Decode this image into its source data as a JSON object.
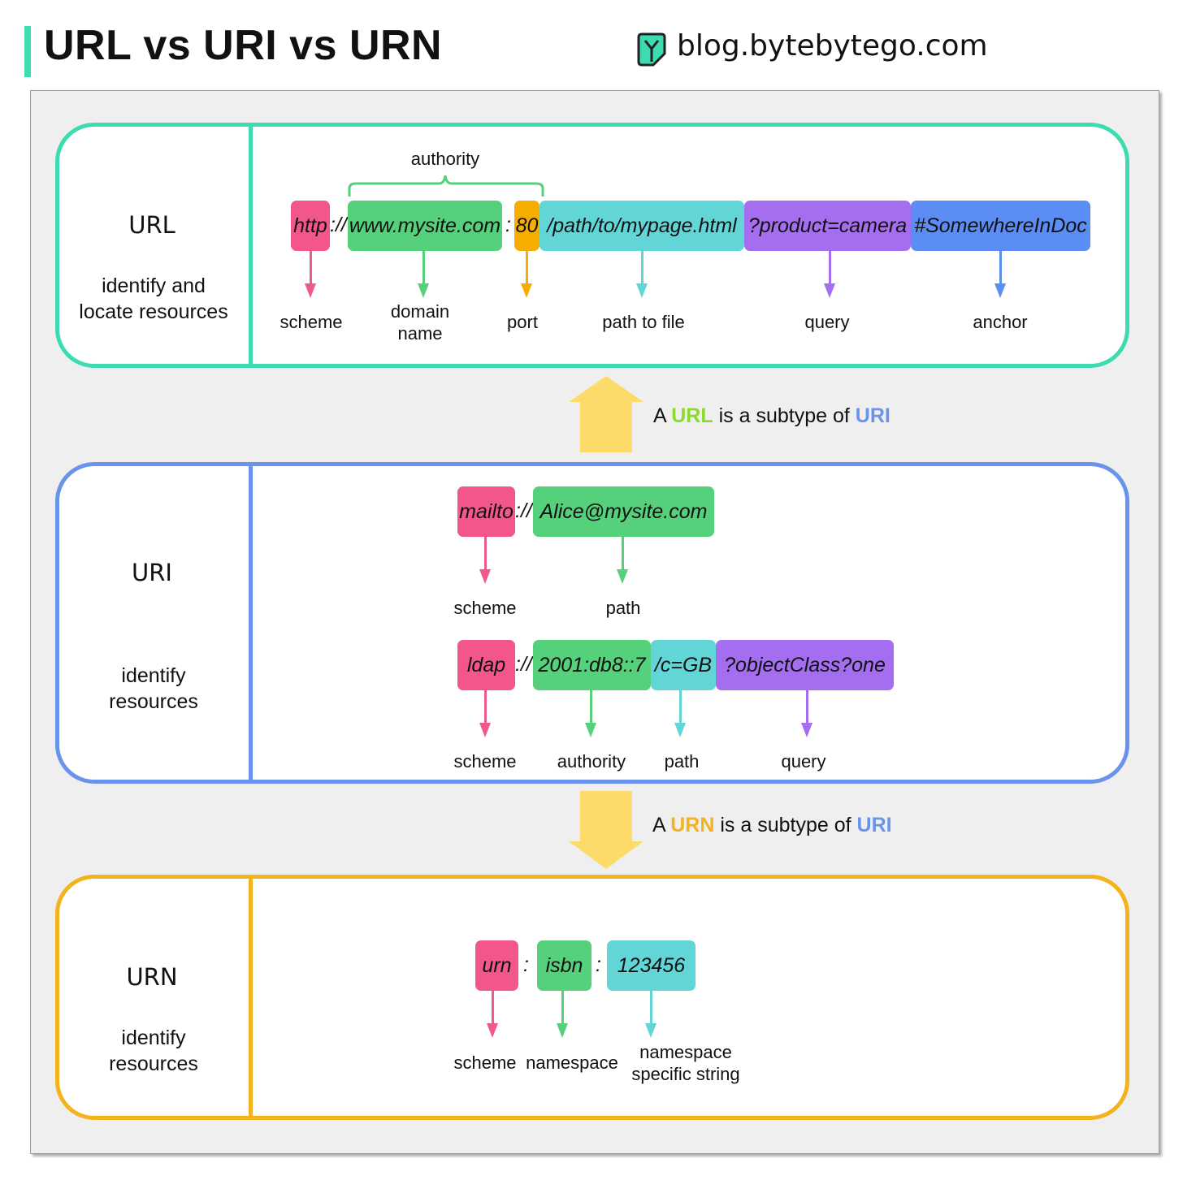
{
  "header": {
    "title": "URL vs URI vs URN",
    "brand": "blog.bytebytego.com"
  },
  "colors": {
    "url": "#3ddcb0",
    "uri": "#6a93ec",
    "urn": "#f4b31d",
    "scheme": "#f2568a",
    "authority": "#55d17b",
    "port": "#f7ad00",
    "path": "#62d6d6",
    "query": "#a56ef0",
    "anchor": "#5b8df5",
    "subtype_arrow": "#fddb6b"
  },
  "url": {
    "title": "URL",
    "desc_line1": "identify and",
    "desc_line2": "locate resources",
    "authority_label": "authority",
    "scheme": "http",
    "sep1": "://",
    "domain": "www.mysite.com",
    "sep2": ":",
    "port": "80",
    "path": "/path/to/mypage.html",
    "query": "?product=camera",
    "anchor": "#SomewhereInDoc",
    "labels": {
      "scheme": "scheme",
      "domain_1": "domain",
      "domain_2": "name",
      "port": "port",
      "path": "path to file",
      "query": "query",
      "anchor": "anchor"
    }
  },
  "note_url": {
    "prefix": "A",
    "subject": "URL",
    "middle": "is a subtype of",
    "object": "URI"
  },
  "uri": {
    "title": "URI",
    "desc_line1": "identify",
    "desc_line2": "resources",
    "example1": {
      "scheme": "mailto",
      "sep": "://",
      "path": "Alice@mysite.com",
      "label_scheme": "scheme",
      "label_path": "path"
    },
    "example2": {
      "scheme": "ldap",
      "sep": "://",
      "authority": "2001:db8::7",
      "path": "/c=GB",
      "query": "?objectClass?one",
      "label_scheme": "scheme",
      "label_authority": "authority",
      "label_path": "path",
      "label_query": "query"
    }
  },
  "note_urn": {
    "prefix": "A",
    "subject": "URN",
    "middle": "is a subtype of",
    "object": "URI"
  },
  "urn": {
    "title": "URN",
    "desc_line1": "identify",
    "desc_line2": "resources",
    "scheme": "urn",
    "sep1": ":",
    "namespace": "isbn",
    "sep2": ":",
    "nss": "123456",
    "label_scheme": "scheme",
    "label_namespace": "namespace",
    "label_nss_1": "namespace",
    "label_nss_2": "specific string"
  }
}
